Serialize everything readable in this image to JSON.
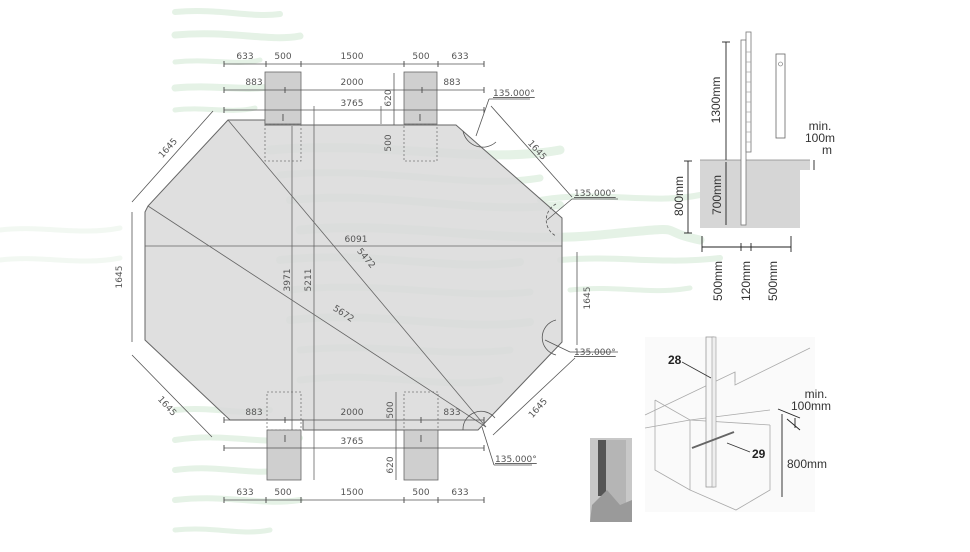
{
  "colors": {
    "background": "#ffffff",
    "wood_wave": "#d8ecd9",
    "slab_fill": "#dcdcdc",
    "footing_fill": "#d2d2d2",
    "line": "#555555",
    "text": "#444444"
  },
  "plan": {
    "top_row1": [
      "633",
      "500",
      "1500",
      "500",
      "633"
    ],
    "top_row2": [
      "883",
      "2000",
      "883"
    ],
    "top_row3": "3765",
    "top_vertical": "620",
    "top_right_vertical": "500",
    "angles": [
      "135.000°",
      "135.000°",
      "135.000°",
      "135.000°"
    ],
    "diag_edges": [
      "1645",
      "1645",
      "1645",
      "1645"
    ],
    "left_side": "1645",
    "right_side": "1645",
    "width": "6091",
    "diag1": "5472",
    "diag2": "5672",
    "vert1": "3971",
    "vert2": "5211",
    "bottom_row2": [
      "883",
      "2000",
      "833"
    ],
    "bottom_vertical_500": "500",
    "bottom_row3": "3765",
    "bottom_vertical": "620",
    "bottom_row1": [
      "633",
      "500",
      "1500",
      "500",
      "633"
    ],
    "post_symbol": "I"
  },
  "section": {
    "height_above": "1300mm",
    "min_cover": [
      "min.",
      "100m",
      "m"
    ],
    "depth": "800mm",
    "embed": "700mm",
    "widths": [
      "500mm",
      "120mm",
      "500mm"
    ]
  },
  "iso": {
    "callout_post": "28",
    "callout_rebar": "29",
    "min_cover": [
      "min.",
      "100mm"
    ],
    "depth": "800mm"
  }
}
